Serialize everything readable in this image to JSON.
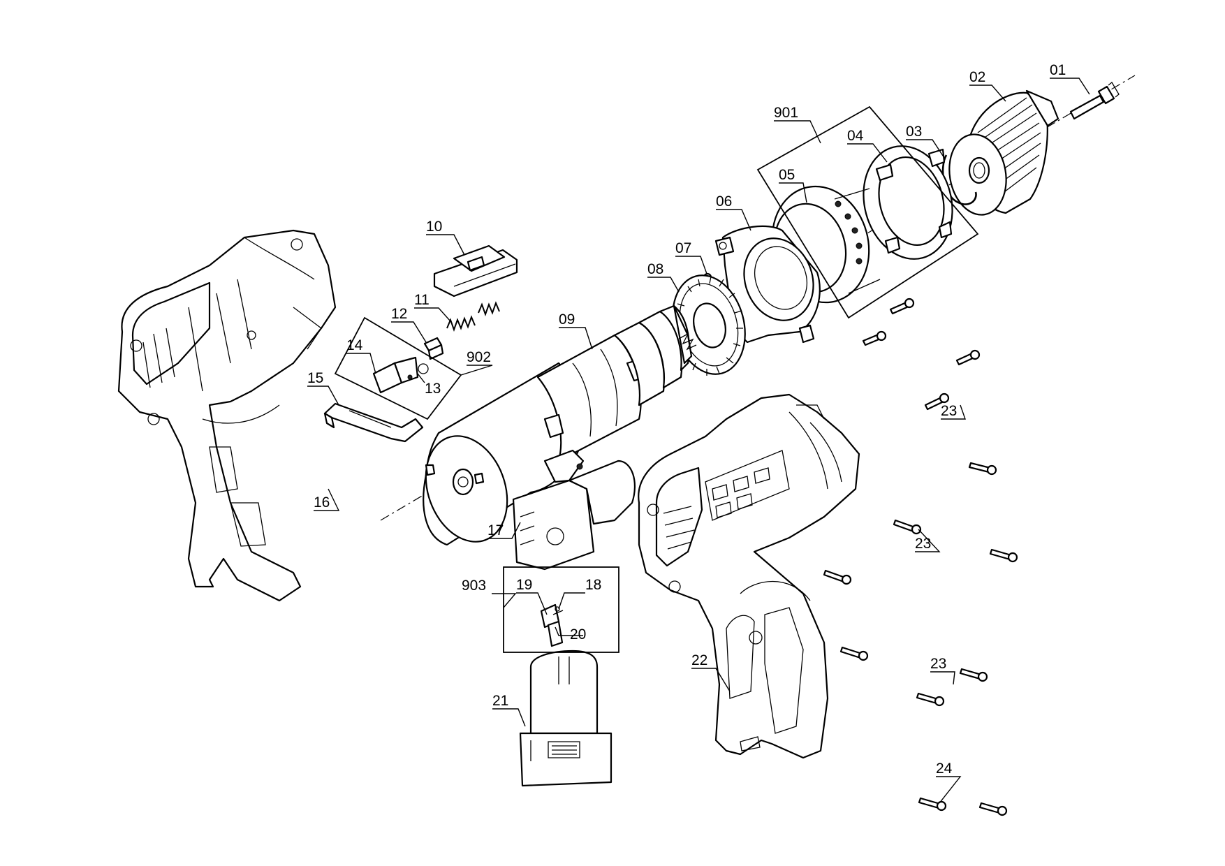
{
  "callouts": [
    {
      "id": "01",
      "label": "01"
    },
    {
      "id": "02",
      "label": "02"
    },
    {
      "id": "03",
      "label": "03"
    },
    {
      "id": "04",
      "label": "04"
    },
    {
      "id": "05",
      "label": "05"
    },
    {
      "id": "06",
      "label": "06"
    },
    {
      "id": "07",
      "label": "07"
    },
    {
      "id": "08",
      "label": "08"
    },
    {
      "id": "09",
      "label": "09"
    },
    {
      "id": "10",
      "label": "10"
    },
    {
      "id": "11",
      "label": "11"
    },
    {
      "id": "12",
      "label": "12"
    },
    {
      "id": "13",
      "label": "13"
    },
    {
      "id": "14",
      "label": "14"
    },
    {
      "id": "15",
      "label": "15"
    },
    {
      "id": "16",
      "label": "16"
    },
    {
      "id": "17",
      "label": "17"
    },
    {
      "id": "18",
      "label": "18"
    },
    {
      "id": "19",
      "label": "19"
    },
    {
      "id": "20",
      "label": "20"
    },
    {
      "id": "21",
      "label": "21"
    },
    {
      "id": "22",
      "label": "22"
    },
    {
      "id": "23a",
      "label": "23"
    },
    {
      "id": "23b",
      "label": "23"
    },
    {
      "id": "23c",
      "label": "23"
    },
    {
      "id": "24",
      "label": "24"
    },
    {
      "id": "901",
      "label": "901"
    },
    {
      "id": "902",
      "label": "902"
    },
    {
      "id": "903",
      "label": "903"
    }
  ]
}
